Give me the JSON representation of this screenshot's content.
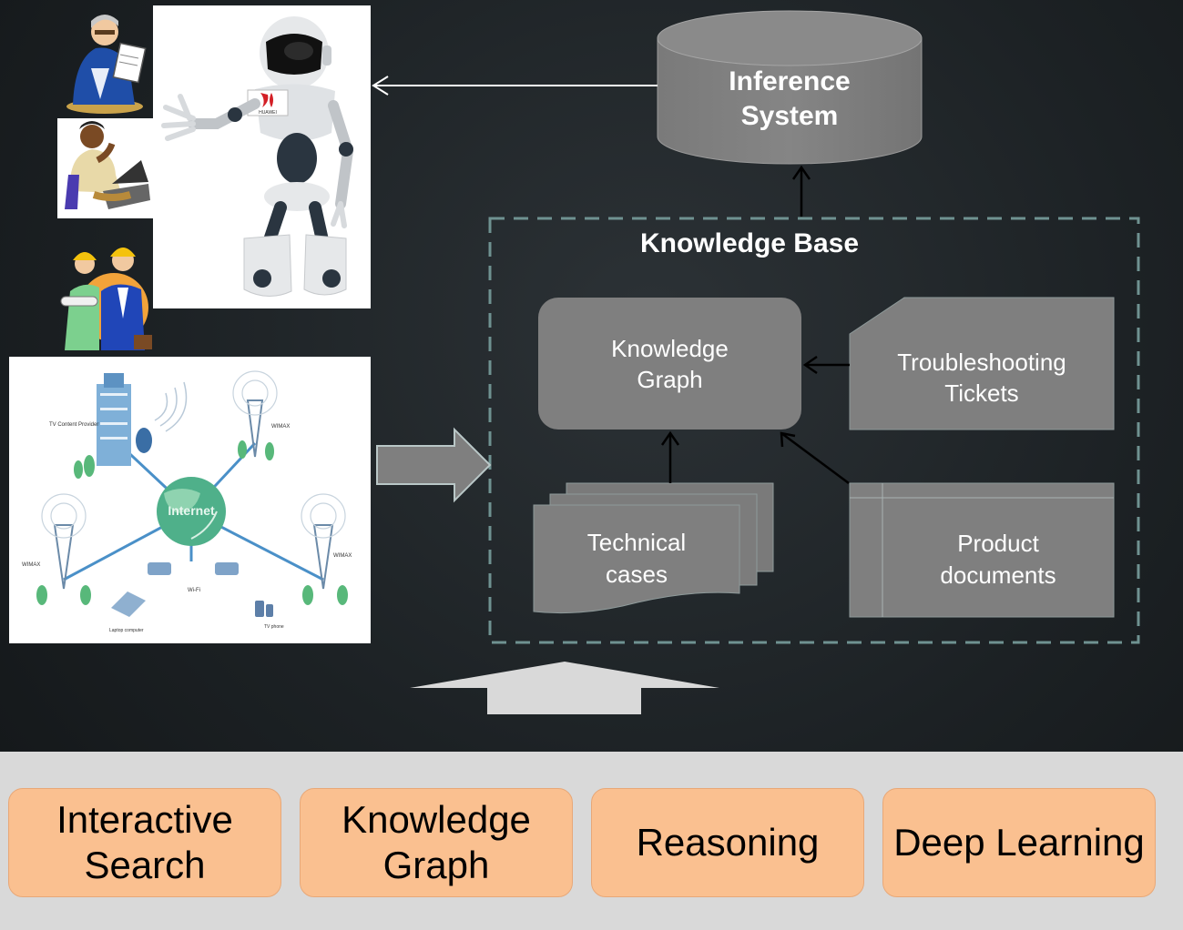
{
  "diagram": {
    "inference_system": "Inference\nSystem",
    "knowledge_base_title": "Knowledge Base",
    "knowledge_graph_node": "Knowledge\nGraph",
    "troubleshooting_tickets": "Troubleshooting\nTickets",
    "technical_cases": "Technical\ncases",
    "product_documents": "Product\ndocuments",
    "robot_badge": "HUAWEI",
    "network_labels": {
      "tv_content_provider": "TV Content\nProvider",
      "wimax_top": "WIMAX",
      "internet": "Internet",
      "wimax_left": "WIMAX",
      "wimax_right": "WIMAX",
      "wifi": "Wi-Fi",
      "laptop": "Laptop computer",
      "tv_phone": "TV phone"
    }
  },
  "technologies": [
    {
      "label": "Interactive\nSearch"
    },
    {
      "label": "Knowledge\nGraph"
    },
    {
      "label": "Reasoning"
    },
    {
      "label": "Deep Learning"
    }
  ],
  "colors": {
    "background": "#1c2124",
    "shape_fill": "#7f7f7f",
    "dashed_border": "#6f9291",
    "tech_fill": "#fac090",
    "bottom_band": "#d9d9d9"
  },
  "icons": [
    "man-reading-clipart",
    "man-at-computer-clipart",
    "engineers-clipart",
    "robot-image",
    "network-illustration"
  ]
}
